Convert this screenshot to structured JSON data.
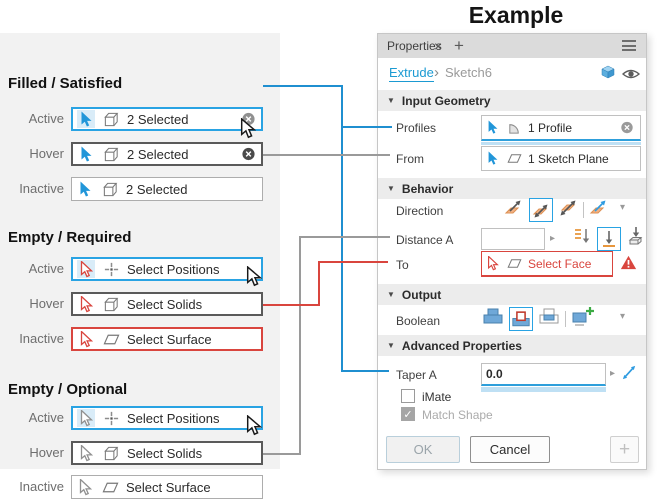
{
  "title": "Example",
  "icons": {
    "close": "×",
    "add_tab": "+",
    "caret": "▾",
    "section": "▼",
    "crumb_sep": "›",
    "input_arrow": "▸",
    "check": "✓",
    "plus": "+"
  },
  "left": {
    "groups": [
      {
        "title": "Filled / Satisfied",
        "rows": [
          {
            "state": "Active",
            "text": "2 Selected"
          },
          {
            "state": "Hover",
            "text": "2 Selected"
          },
          {
            "state": "Inactive",
            "text": "2 Selected"
          }
        ]
      },
      {
        "title": "Empty / Required",
        "rows": [
          {
            "state": "Active",
            "text": "Select Positions"
          },
          {
            "state": "Hover",
            "text": "Select Solids"
          },
          {
            "state": "Inactive",
            "text": "Select Surface"
          }
        ]
      },
      {
        "title": "Empty / Optional",
        "rows": [
          {
            "state": "Active",
            "text": "Select Positions"
          },
          {
            "state": "Hover",
            "text": "Select Solids"
          },
          {
            "state": "Inactive",
            "text": "Select Surface"
          }
        ]
      }
    ]
  },
  "panel": {
    "tab_title": "Properties",
    "breadcrumb": {
      "link": "Extrude",
      "current": "Sketch6"
    },
    "input_geometry": {
      "title": "Input Geometry",
      "profiles_label": "Profiles",
      "profiles_value": "1 Profile",
      "from_label": "From",
      "from_value": "1 Sketch Plane"
    },
    "behavior": {
      "title": "Behavior",
      "direction_label": "Direction",
      "distance_label": "Distance A",
      "distance_value": "",
      "to_label": "To",
      "to_value": "Select Face"
    },
    "output": {
      "title": "Output",
      "boolean_label": "Boolean"
    },
    "advanced": {
      "title": "Advanced Properties",
      "taper_label": "Taper A",
      "taper_value": "0.0",
      "imate_label": "iMate",
      "match_label": "Match Shape"
    },
    "footer": {
      "ok": "OK",
      "cancel": "Cancel"
    }
  },
  "colors": {
    "accent_blue": "#29a3e3",
    "error_red": "#d9453e",
    "connector_blue": "#1f8fd0",
    "connector_gray": "#9a9a9a",
    "orange": "#f0a873",
    "left_bg": "#f2f2f2",
    "tabbar_bg": "#dbdbdb"
  }
}
